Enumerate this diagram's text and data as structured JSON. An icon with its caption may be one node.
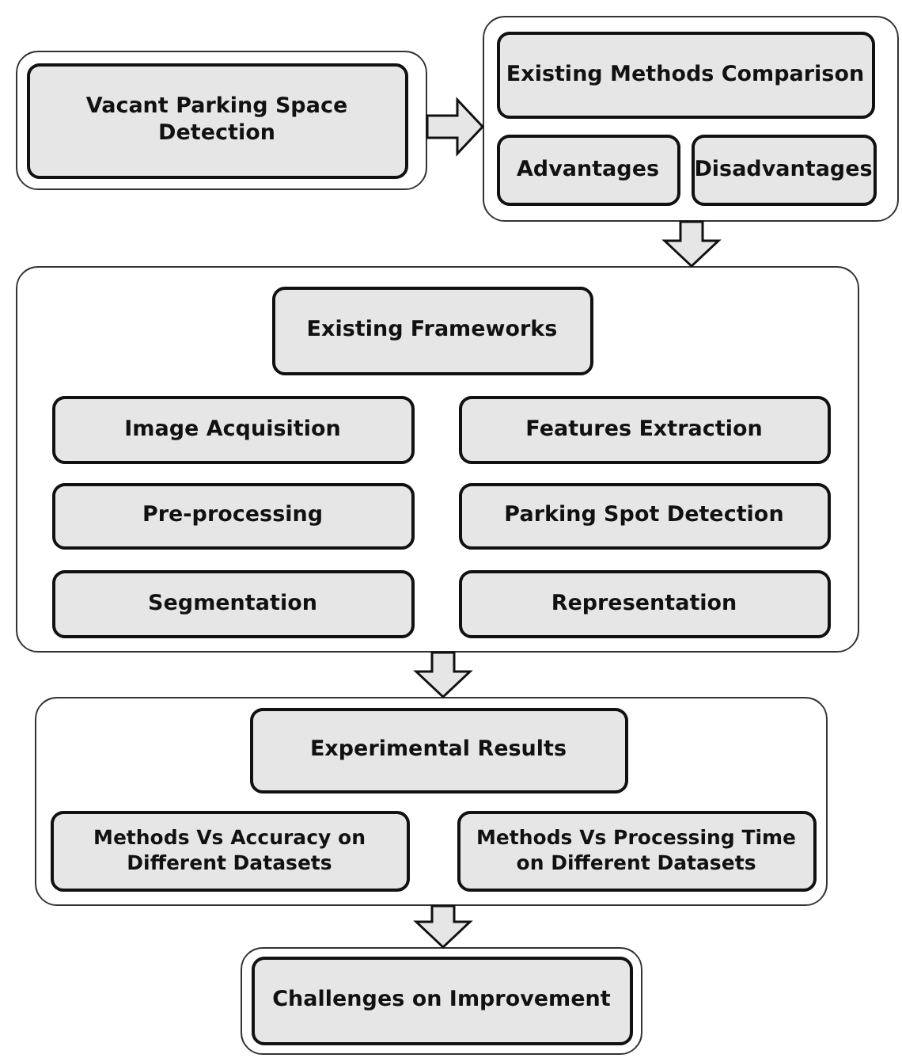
{
  "diagram": {
    "nodes": [
      {
        "text": [],
        "shape": "box"
      },
      {
        "text": [
          "Vacant Parking Space Detection"
        ],
        "in": 0
      },
      {
        "text": [],
        "shape": "box"
      },
      {
        "text": [
          "Existing Methods Comparison"
        ],
        "in": 2
      },
      {
        "text": [
          "Advantages"
        ],
        "in": 2
      },
      {
        "text": [
          "Disadvantages"
        ],
        "in": 2
      },
      {
        "text": [],
        "shape": "box"
      },
      {
        "text": [
          "Existing Frameworks"
        ],
        "in": 6
      },
      {
        "text": [
          "Image Acquisition"
        ],
        "in": 6
      },
      {
        "text": [
          "Features Extraction"
        ],
        "in": 6
      },
      {
        "text": [
          "Pre-processing"
        ],
        "in": 6
      },
      {
        "text": [
          "Parking Spot Detection"
        ],
        "in": 6
      },
      {
        "text": [
          "Segmentation"
        ],
        "in": 6
      },
      {
        "text": [
          "Representation"
        ],
        "in": 6
      },
      {
        "text": [],
        "shape": "box"
      },
      {
        "text": [
          "Experimental Results"
        ],
        "in": 14
      },
      {
        "text": [
          "Methods Vs Accuracy on Different Datasets"
        ],
        "in": 14
      },
      {
        "text": [
          "Methods Vs Processing Time on Different Datasets"
        ],
        "in": 14
      },
      {
        "text": [],
        "shape": "box"
      },
      {
        "text": [
          "Challenges on Improvement"
        ],
        "in": 18
      }
    ],
    "edges": [
      {
        "from": 0,
        "to": 2,
        "arrow": "to"
      },
      {
        "from": 2,
        "to": 6,
        "arrow": "to"
      },
      {
        "from": 6,
        "to": 14,
        "arrow": "to"
      },
      {
        "from": 14,
        "to": 18,
        "arrow": "to"
      }
    ]
  }
}
